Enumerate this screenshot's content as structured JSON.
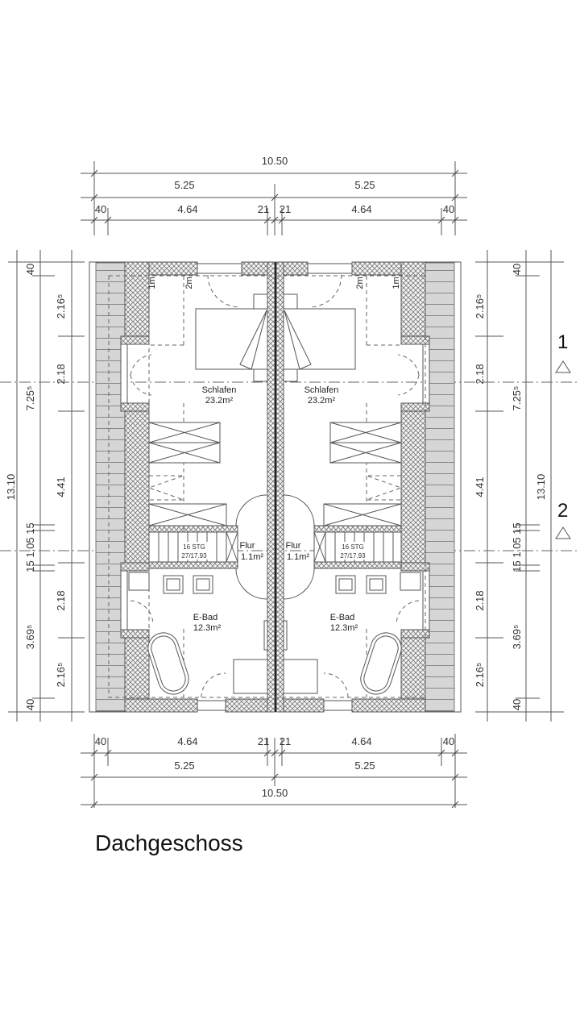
{
  "drawing": {
    "title": "Dachgeschoss",
    "top_dims": {
      "overall": "10.50",
      "halves": [
        "5.25",
        "5.25"
      ],
      "segments": [
        "40",
        "4.64",
        "21",
        "21",
        "4.64",
        "40"
      ]
    },
    "bottom_dims": {
      "overall": "10.50",
      "halves": [
        "5.25",
        "5.25"
      ],
      "segments": [
        "40",
        "4.64",
        "21",
        "21",
        "4.64",
        "40"
      ]
    },
    "left_dims": {
      "overall": "13.10",
      "middle": [
        "40",
        "7.25⁵",
        "15",
        "1.05",
        "15",
        "3.69⁵",
        "40"
      ],
      "inner": [
        "2.16⁵",
        "2.18",
        "4.41",
        "2.18",
        "2.16⁵"
      ]
    },
    "right_dims": {
      "overall": "13.10",
      "middle": [
        "40",
        "7.25⁵",
        "15",
        "1.05",
        "15",
        "3.69⁵",
        "40"
      ],
      "inner": [
        "2.16⁵",
        "2.18",
        "4.41",
        "2.18",
        "2.16⁵"
      ]
    },
    "axes": [
      {
        "label": "1",
        "marker": "triangle"
      },
      {
        "label": "2",
        "marker": "triangle"
      }
    ],
    "height_marks": [
      "1m",
      "2m",
      "2m",
      "1m"
    ],
    "rooms": [
      {
        "name": "Schlafen",
        "area": "23.2m²"
      },
      {
        "name": "Schlafen",
        "area": "23.2m²"
      },
      {
        "name": "Flur",
        "area": "1.1m²"
      },
      {
        "name": "Flur",
        "area": "1.1m²"
      },
      {
        "name": "E-Bad",
        "area": "12.3m²"
      },
      {
        "name": "E-Bad",
        "area": "12.3m²"
      }
    ],
    "stairs": [
      {
        "steps": "16 STG",
        "ratio": "27/17.93"
      },
      {
        "steps": "16 STG",
        "ratio": "27/17.93"
      }
    ]
  }
}
